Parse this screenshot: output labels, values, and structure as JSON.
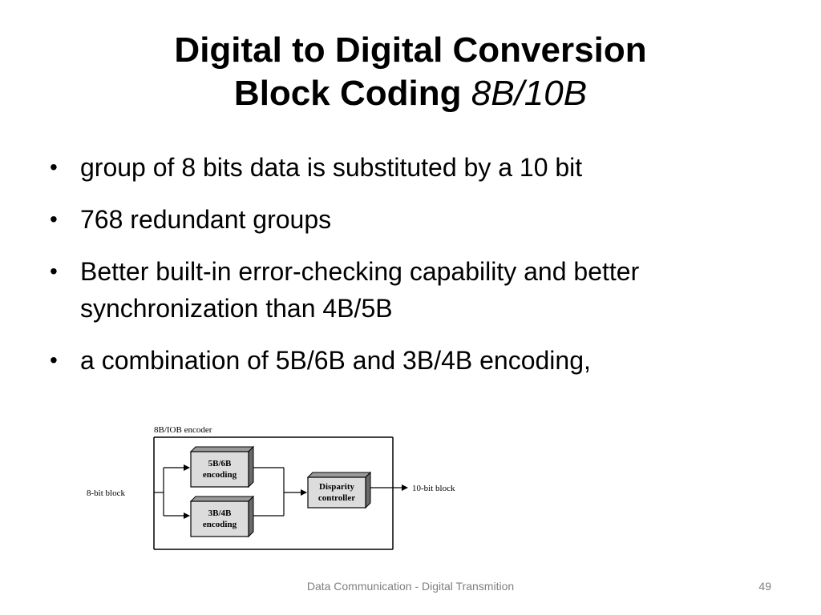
{
  "title": {
    "line1": "Digital to Digital Conversion",
    "line2_main": "Block Coding",
    "line2_italic": "8B/10B"
  },
  "bullets": [
    "group of 8 bits data is substituted by a 10 bit",
    "768 redundant groups",
    "Better built-in error-checking capability and better synchronization than 4B/5B",
    "a combination of 5B/6B and 3B/4B encoding,"
  ],
  "bullet_icon": "•",
  "figure": {
    "caption": "8B/IOB encoder",
    "input_label": "8-bit block",
    "block1_line1": "5B/6B",
    "block1_line2": "encoding",
    "block2_line1": "3B/4B",
    "block2_line2": "encoding",
    "controller_line1": "Disparity",
    "controller_line2": "controller",
    "output_label": "10-bit block"
  },
  "footer": {
    "text": "Data Communication - Digital Transmition",
    "page_number": "49"
  }
}
